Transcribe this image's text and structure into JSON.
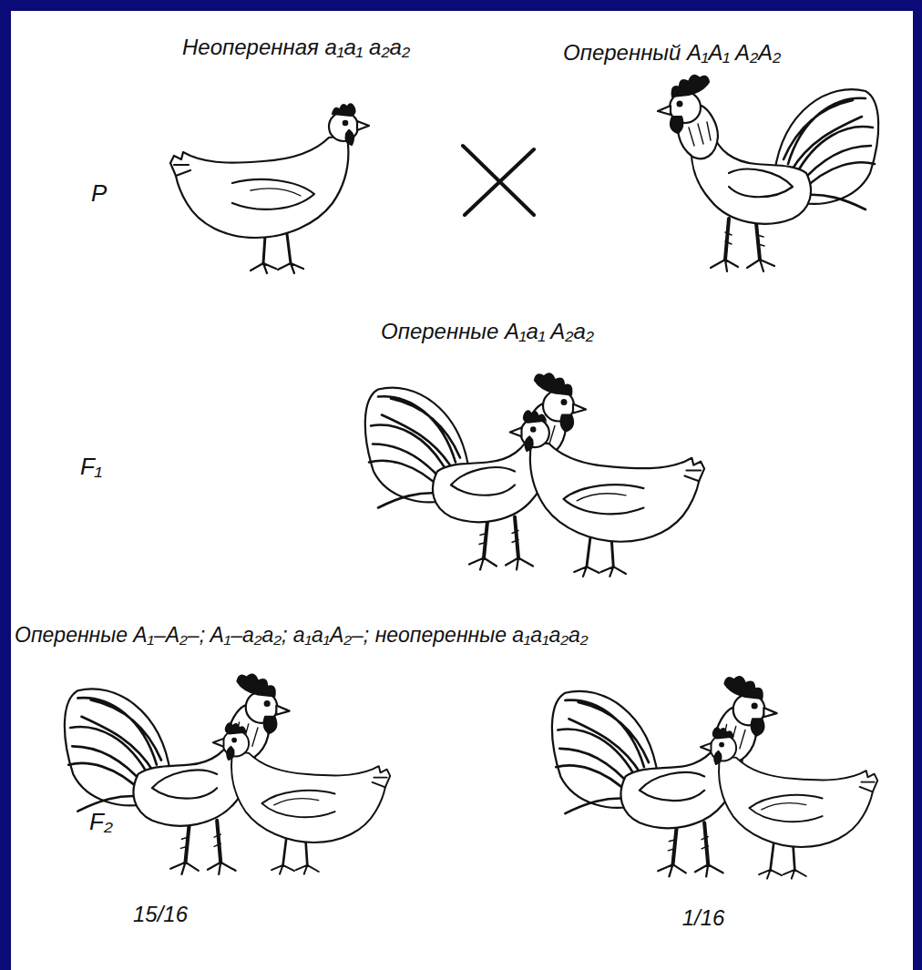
{
  "diagram": {
    "labels": [
      "Неоперенная a₁a₁ a₂a₂",
      "Оперенный A₁A₁ A₂A₂",
      "P",
      "Оперенные A₁a₁ A₂a₂",
      "F₁",
      "Оперенные A₁–A₂–; A₁–a₂a₂; a₁a₁A₂–; неоперенные a₁a₁a₂a₂",
      "F₂",
      "15/16",
      "1/16"
    ]
  }
}
